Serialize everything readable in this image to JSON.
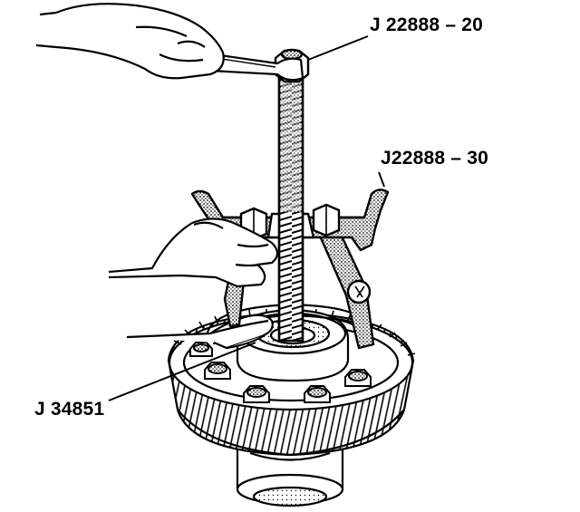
{
  "labels": {
    "top_tool": "J 22888 – 20",
    "puller": "J22888 – 30",
    "bearing_tool": "J 34851"
  },
  "colors": {
    "ink": "#000000",
    "paper": "#ffffff",
    "stipple": "#8c8c8c"
  }
}
